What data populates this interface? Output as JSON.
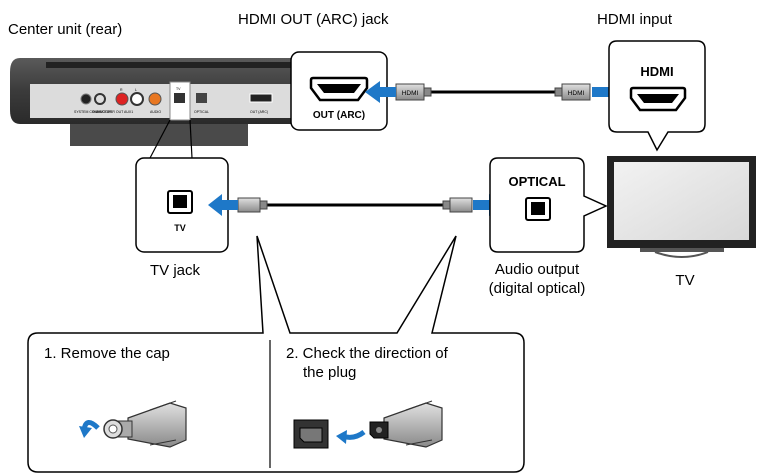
{
  "labels": {
    "center_unit": "Center unit (rear)",
    "hdmi_out_jack": "HDMI OUT (ARC) jack",
    "hdmi_input": "HDMI input",
    "tv_jack": "TV jack",
    "audio_output_line1": "Audio output",
    "audio_output_line2": "(digital optical)",
    "tv": "TV"
  },
  "callouts": {
    "hdmi_port_label": "OUT (ARC)",
    "tv_port_label": "TV",
    "tv_hdmi_label": "HDMI",
    "tv_optical_label": "OPTICAL"
  },
  "cables": {
    "hdmi_plug_left": "HDMI",
    "hdmi_plug_right": "HDMI"
  },
  "unit_panel": {
    "jack_labels": [
      "SYSTEM CONNECTOR",
      "SUBWOOFER OUT",
      "R",
      "L",
      "AUX1",
      "AUDIO",
      "TV",
      "OPTICAL",
      "OUT (ARC)"
    ]
  },
  "steps": {
    "step1": "1. Remove the cap",
    "step2_line1": "2. Check the direction of",
    "step2_line2": "the plug"
  },
  "colors": {
    "arrow": "#1e78c8",
    "line": "#000000",
    "unit_dark": "#3a3a3a",
    "plug_gray": "#b4b4b4"
  }
}
